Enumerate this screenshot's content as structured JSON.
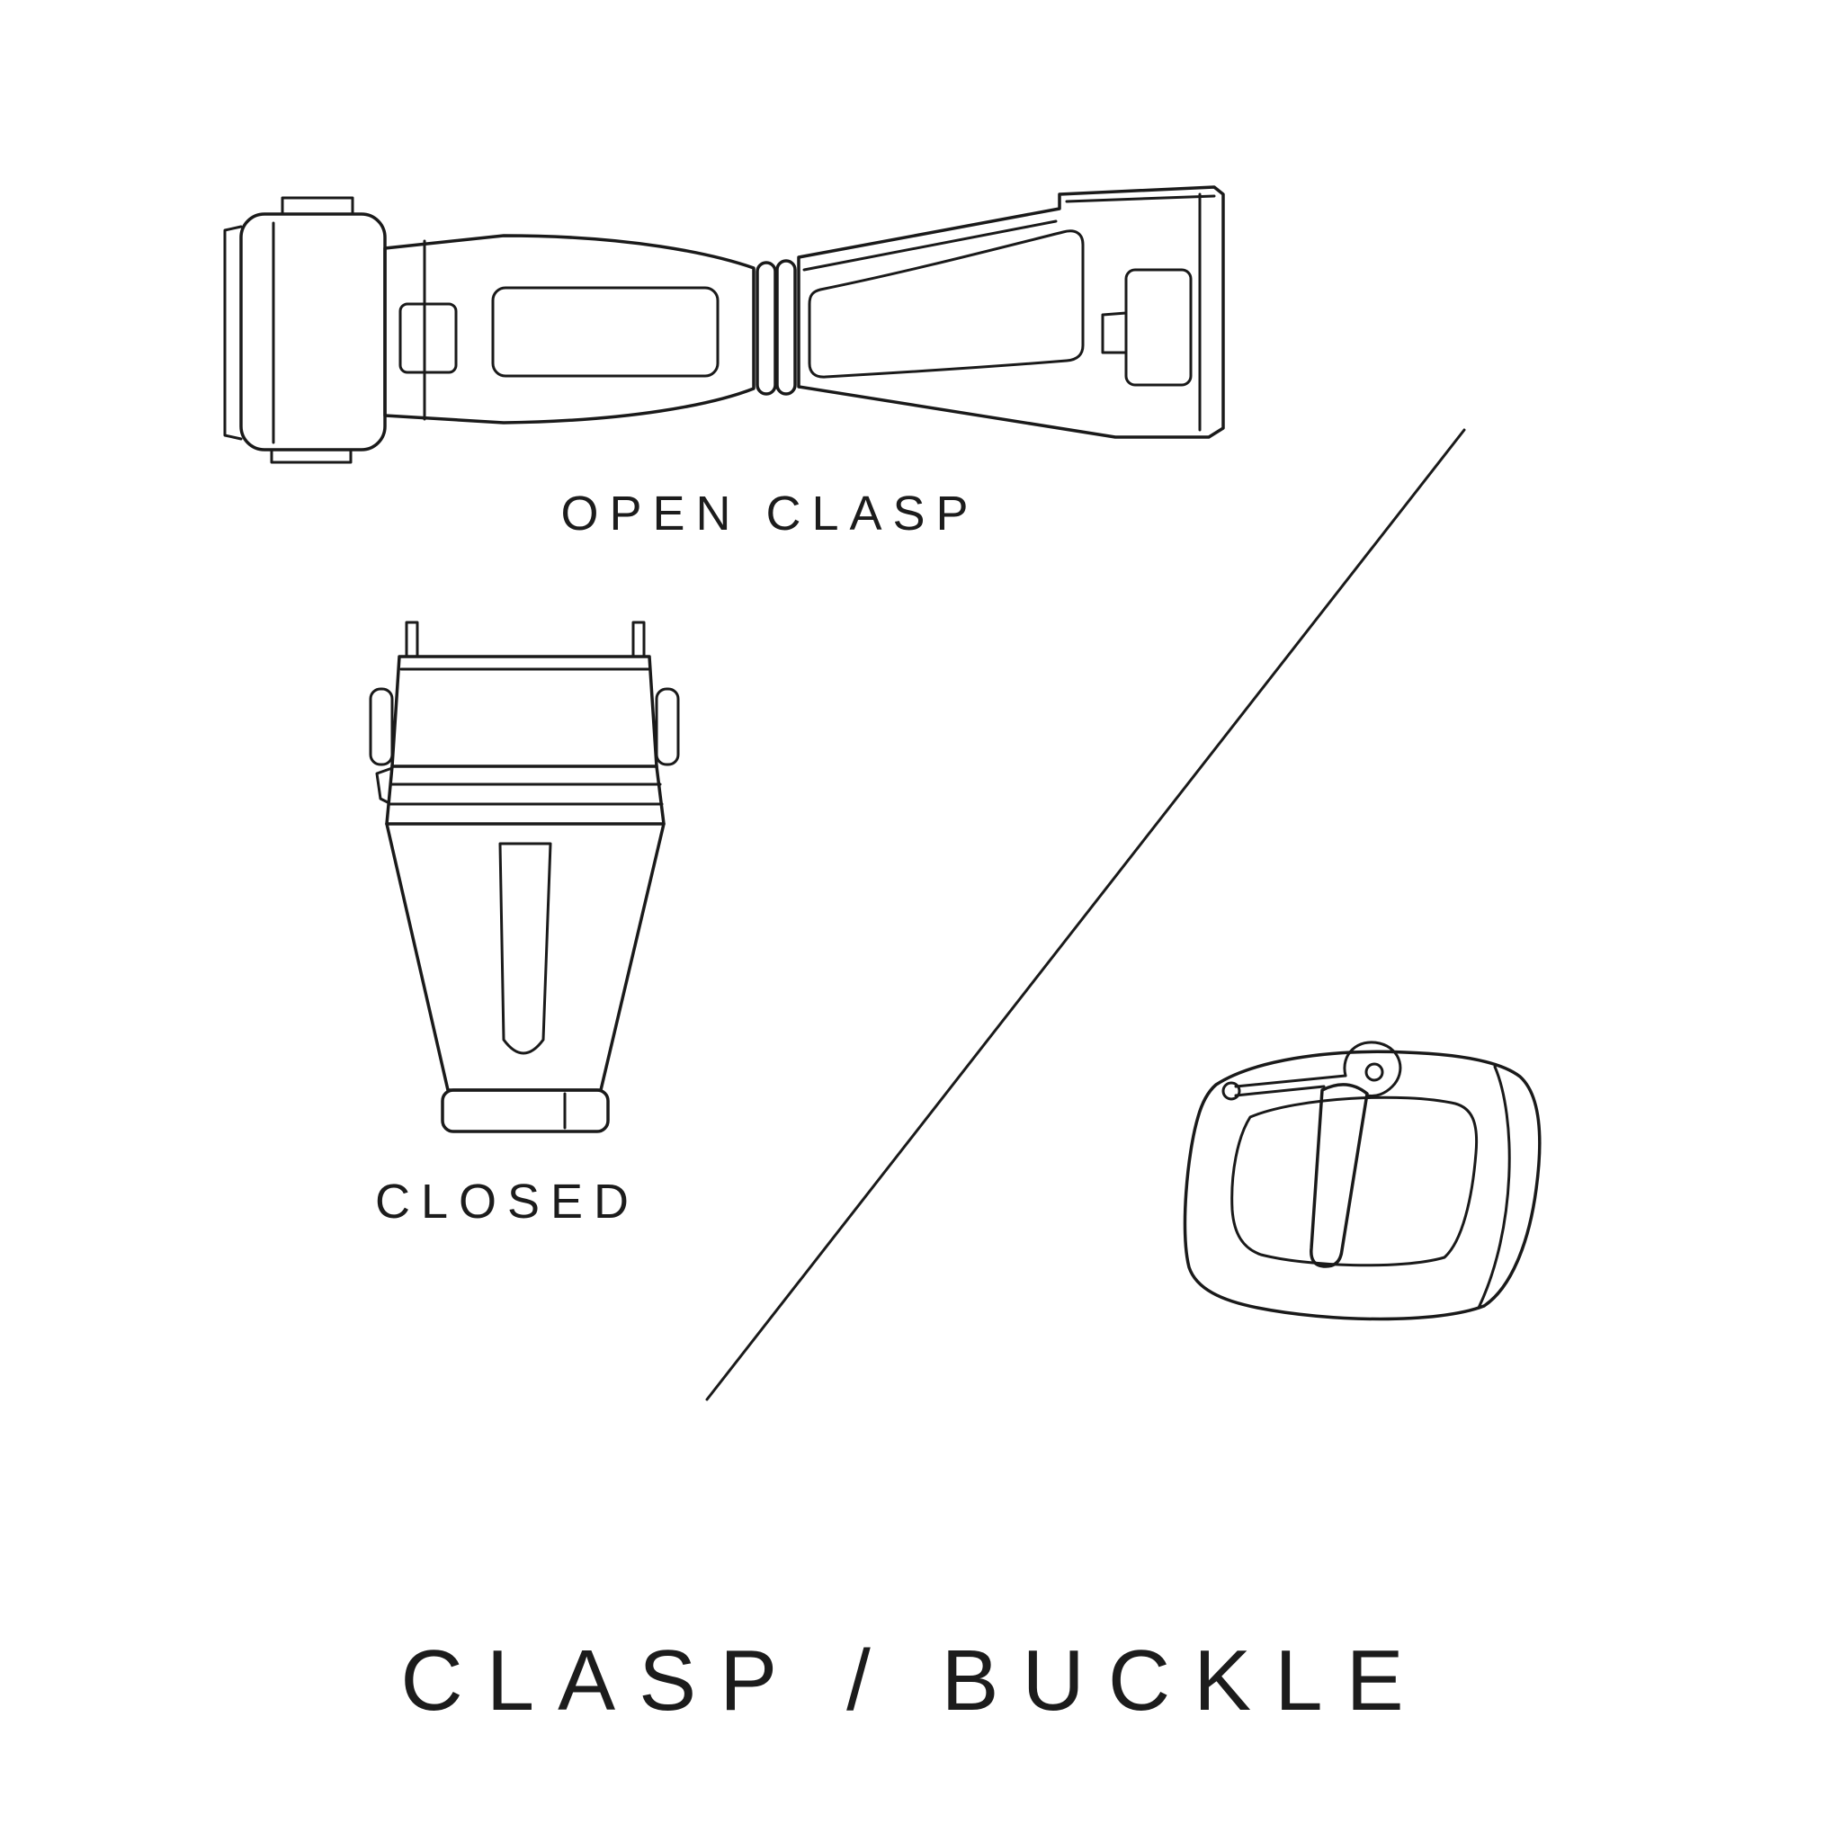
{
  "title": "CLASP / BUCKLE",
  "labels": {
    "open_clasp": "OPEN CLASP",
    "closed": "CLOSED"
  },
  "figures": {
    "top_left": "open-clasp-illustration",
    "middle_left": "closed-clasp-illustration",
    "bottom_right": "tang-buckle-illustration",
    "divider": "diagonal-divider-line"
  },
  "colors": {
    "background": "#ffffff",
    "line": "#1a1a1a",
    "text": "#1c1c1c"
  }
}
